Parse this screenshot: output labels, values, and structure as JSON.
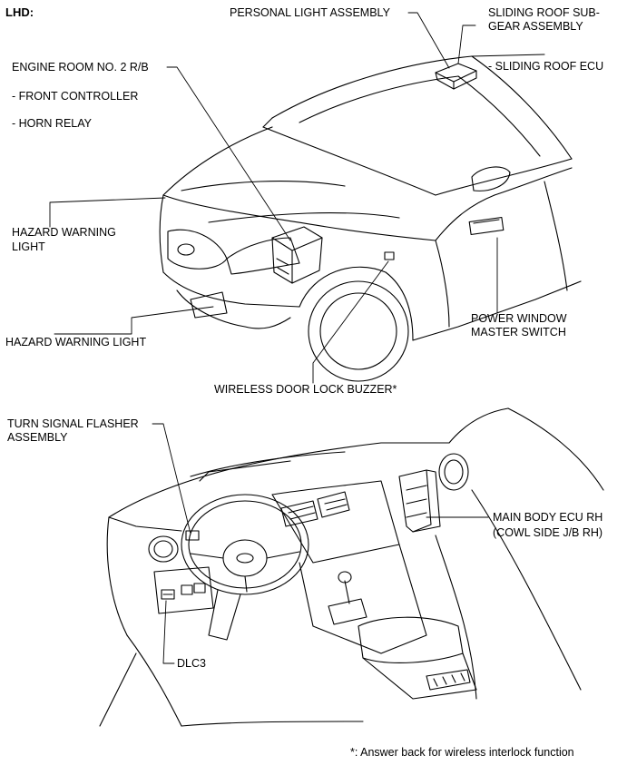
{
  "header": {
    "title": "LHD:"
  },
  "labels": {
    "personal_light": "PERSONAL LIGHT ASSEMBLY",
    "sliding_roof_gear_1": "SLIDING ROOF SUB-",
    "sliding_roof_gear_2": "GEAR ASSEMBLY",
    "sliding_roof_ecu": "- SLIDING ROOF ECU",
    "engine_room_rb": "ENGINE ROOM NO. 2 R/B",
    "front_controller": "- FRONT CONTROLLER",
    "horn_relay": "- HORN RELAY",
    "hazard_top_1": "HAZARD WARNING",
    "hazard_top_2": "LIGHT",
    "hazard_bottom": "HAZARD WARNING LIGHT",
    "power_window_1": "POWER WINDOW",
    "power_window_2": "MASTER SWITCH",
    "door_lock_buzzer": "WIRELESS DOOR LOCK BUZZER*",
    "turn_signal_1": "TURN SIGNAL FLASHER",
    "turn_signal_2": "ASSEMBLY",
    "main_body_ecu_1": "MAIN BODY ECU RH",
    "main_body_ecu_2": "(COWL SIDE J/B RH)",
    "dlc3": "DLC3"
  },
  "footnote": "*: Answer back for wireless interlock function"
}
